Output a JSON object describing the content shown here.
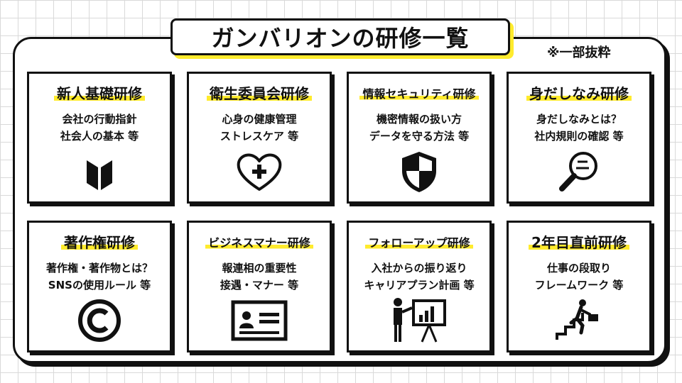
{
  "title": "ガンバリオンの研修一覧",
  "note": "※一部抜粋",
  "cards": [
    {
      "title": "新人基礎研修",
      "lines": [
        "会社の行動指針",
        "社会人の基本 等"
      ],
      "icon": "beginner-mark-icon"
    },
    {
      "title": "衛生委員会研修",
      "lines": [
        "心身の健康管理",
        "ストレスケア 等"
      ],
      "icon": "heart-plus-icon"
    },
    {
      "title": "情報セキュリティ研修",
      "lines": [
        "機密情報の扱い方",
        "データを守る方法 等"
      ],
      "icon": "shield-icon"
    },
    {
      "title": "身だしなみ研修",
      "lines": [
        "身だしなみとは？",
        "社内規則の確認 等"
      ],
      "icon": "hand-mirror-icon"
    },
    {
      "title": "著作権研修",
      "lines": [
        "著作権・著作物とは？",
        "SNSの使用ルール 等"
      ],
      "icon": "copyright-icon"
    },
    {
      "title": "ビジネスマナー研修",
      "lines": [
        "報連相の重要性",
        "接遇・マナー 等"
      ],
      "icon": "id-card-icon"
    },
    {
      "title": "フォローアップ研修",
      "lines": [
        "入社からの振り返り",
        "キャリアプラン計画 等"
      ],
      "icon": "presentation-icon"
    },
    {
      "title": "2年目直前研修",
      "lines": [
        "仕事の段取り",
        "フレームワーク 等"
      ],
      "icon": "stairs-climber-icon"
    }
  ],
  "colors": {
    "accent": "#ffeb2d",
    "ink": "#111111",
    "grid": "#d9d9d9"
  }
}
